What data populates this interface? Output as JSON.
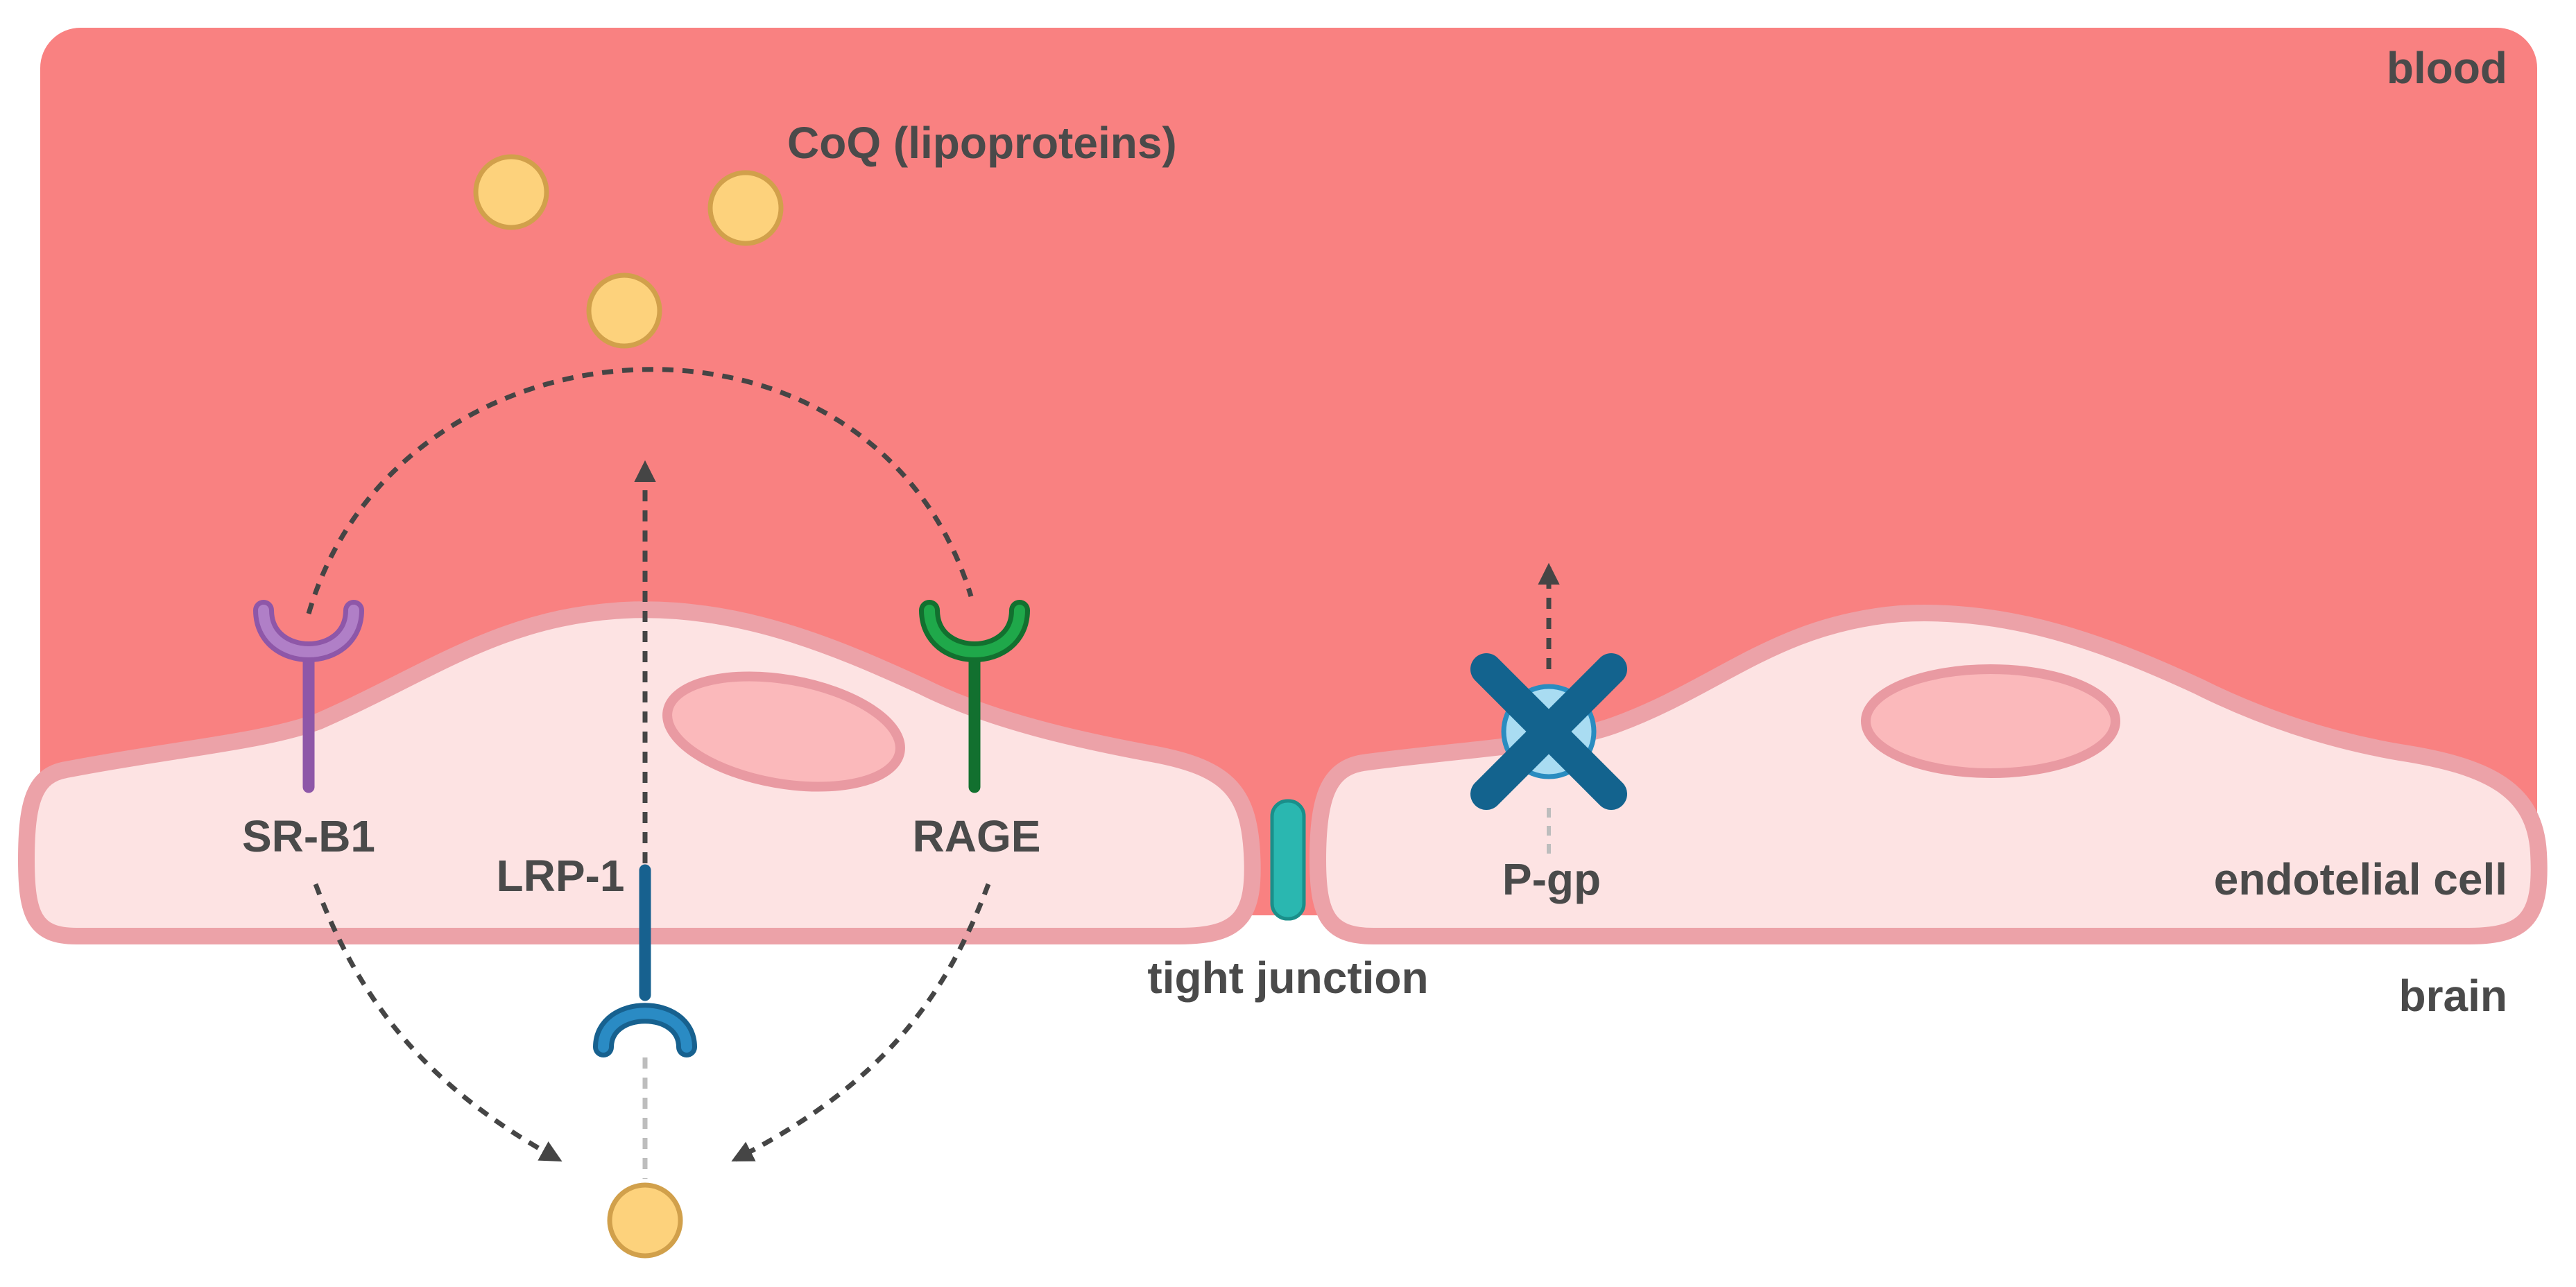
{
  "labels": {
    "blood": "blood",
    "coq": "CoQ (lipoproteins)",
    "srb1": "SR-B1",
    "lrp1": "LRP-1",
    "rage": "RAGE",
    "pgp": "P-gp",
    "endotelial": "endotelial cell",
    "tight_junction": "tight junction",
    "brain": "brain"
  },
  "colors": {
    "blood": "#f98181",
    "cell_fill": "#fde3e3",
    "cell_stroke": "#eca2a8",
    "nucleus_fill": "#fbb9bb",
    "nucleus_stroke": "#e99aa2",
    "coq_fill": "#fdd27c",
    "coq_stroke": "#d1a04b",
    "srb1": "#8e57a8",
    "rage": "#1a9141",
    "lrp1": "#1f73a6",
    "pgp_fill": "#a9dcf2",
    "pgp_stroke": "#2a8cc0",
    "block_x": "#13638e",
    "tight_junction": "#2ab7b0",
    "arrow": "#454545",
    "text": "#4a4a4a"
  },
  "icons": {
    "blocked": "cross-mark-icon",
    "receptor": "y-receptor-icon",
    "particle": "circle-icon"
  }
}
